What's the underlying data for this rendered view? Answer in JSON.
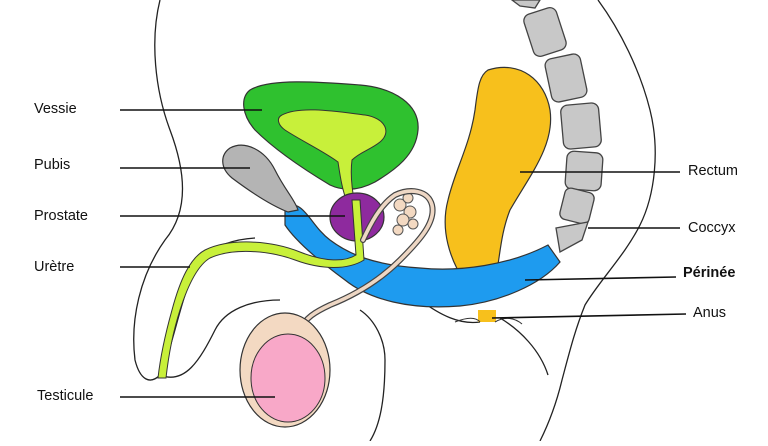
{
  "labels": {
    "vessie": "Vessie",
    "pubis": "Pubis",
    "prostate": "Prostate",
    "uretre": "Urètre",
    "testicule": "Testicule",
    "rectum": "Rectum",
    "coccyx": "Coccyx",
    "perinee": "Périnée",
    "anus": "Anus"
  },
  "colors": {
    "outline": "#222222",
    "bladder": "#2fc12f",
    "bladder_inner": "#c8f03a",
    "urethra": "#c8f03a",
    "pubis": "#b4b4b4",
    "vertebrae": "#c8c8c8",
    "prostate": "#8e2a9e",
    "seminal_vesicle": "#f3d9c2",
    "deferent_duct": "#eed7c4",
    "rectum": "#f7c01c",
    "perineum": "#1e9bef",
    "testis": "#f8a8c8",
    "scrotum": "#f3d9c2",
    "anus": "#f7c01c"
  }
}
